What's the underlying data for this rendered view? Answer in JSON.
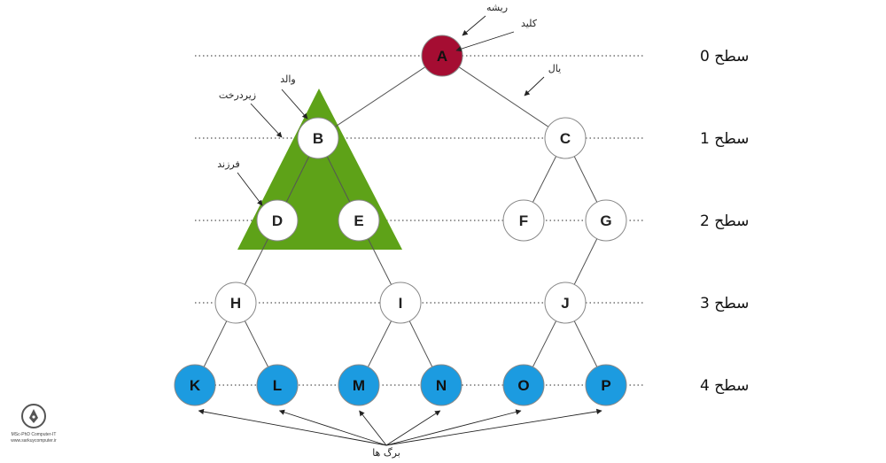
{
  "levels": [
    {
      "label": "سطح 0"
    },
    {
      "label": "سطح 1"
    },
    {
      "label": "سطح 2"
    },
    {
      "label": "سطح 3"
    },
    {
      "label": "سطح 4"
    }
  ],
  "nodes": [
    {
      "id": "A",
      "label": "A",
      "kind": "root"
    },
    {
      "id": "B",
      "label": "B",
      "kind": "internal"
    },
    {
      "id": "C",
      "label": "C",
      "kind": "internal"
    },
    {
      "id": "D",
      "label": "D",
      "kind": "internal"
    },
    {
      "id": "E",
      "label": "E",
      "kind": "internal"
    },
    {
      "id": "F",
      "label": "F",
      "kind": "internal"
    },
    {
      "id": "G",
      "label": "G",
      "kind": "internal"
    },
    {
      "id": "H",
      "label": "H",
      "kind": "internal"
    },
    {
      "id": "I",
      "label": "I",
      "kind": "internal"
    },
    {
      "id": "J",
      "label": "J",
      "kind": "internal"
    },
    {
      "id": "K",
      "label": "K",
      "kind": "leaf"
    },
    {
      "id": "L",
      "label": "L",
      "kind": "leaf"
    },
    {
      "id": "M",
      "label": "M",
      "kind": "leaf"
    },
    {
      "id": "N",
      "label": "N",
      "kind": "leaf"
    },
    {
      "id": "O",
      "label": "O",
      "kind": "leaf"
    },
    {
      "id": "P",
      "label": "P",
      "kind": "leaf"
    }
  ],
  "edges": [
    [
      "A",
      "B"
    ],
    [
      "A",
      "C"
    ],
    [
      "B",
      "D"
    ],
    [
      "B",
      "E"
    ],
    [
      "C",
      "F"
    ],
    [
      "C",
      "G"
    ],
    [
      "D",
      "H"
    ],
    [
      "E",
      "I"
    ],
    [
      "G",
      "J"
    ],
    [
      "H",
      "K"
    ],
    [
      "H",
      "L"
    ],
    [
      "I",
      "M"
    ],
    [
      "I",
      "N"
    ],
    [
      "J",
      "O"
    ],
    [
      "J",
      "P"
    ]
  ],
  "annotations": {
    "root": "ریشه",
    "key": "کلید",
    "edge": "یال",
    "parent": "والد",
    "subtree": "زیردرخت",
    "child": "فرزند",
    "leaves": "برگ ها"
  },
  "colors": {
    "root_fill": "#a50d32",
    "leaf_fill": "#1c9be0",
    "internal_fill": "#ffffff",
    "subtree_fill": "#5ea218",
    "node_stroke": "#888888",
    "edge_stroke": "#555555",
    "level_line": "#555555"
  },
  "logo": {
    "line1": "MSc-PhD Computer-IT",
    "line2": "www.sarkuycomputer.ir"
  }
}
